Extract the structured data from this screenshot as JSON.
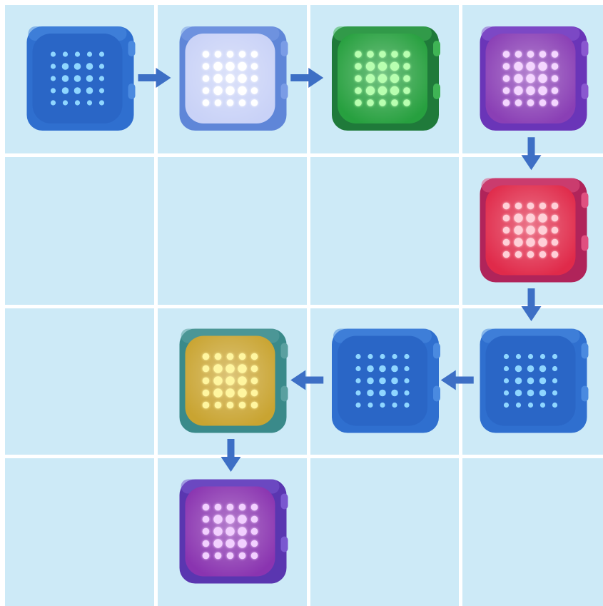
{
  "grid": {
    "rows": 4,
    "cols": 4,
    "cell_color": "#cdeaf7",
    "line_color": "#ffffff"
  },
  "arrow_color": "#3d6fc5",
  "cubes": [
    {
      "id": "cube-1",
      "row": 0,
      "col": 0,
      "state": "unlit",
      "body": "#2f6fcf",
      "face": "#2a66c6",
      "rim": "#4a8ae0",
      "led": "#8fd6ff"
    },
    {
      "id": "cube-2",
      "row": 0,
      "col": 1,
      "state": "lit",
      "body": "#5f86d8",
      "face": "#c9d2f7",
      "rim": "#7a9ce6",
      "led": "#ffffff"
    },
    {
      "id": "cube-3",
      "row": 0,
      "col": 2,
      "state": "lit",
      "body": "#1f7a3a",
      "face": "#27a03f",
      "rim": "#3fb455",
      "led": "#b8ffb0"
    },
    {
      "id": "cube-4",
      "row": 0,
      "col": 3,
      "state": "lit",
      "body": "#6a35b8",
      "face": "#8a3fb5",
      "rim": "#8a58d0",
      "led": "#f4d6ff"
    },
    {
      "id": "cube-5",
      "row": 1,
      "col": 3,
      "state": "lit",
      "body": "#b0245a",
      "face": "#e02a4a",
      "rim": "#e05080",
      "led": "#ffd0d8"
    },
    {
      "id": "cube-6",
      "row": 2,
      "col": 3,
      "state": "unlit",
      "body": "#2f6fcf",
      "face": "#2a66c6",
      "rim": "#4a8ae0",
      "led": "#8fd6ff"
    },
    {
      "id": "cube-7",
      "row": 2,
      "col": 2,
      "state": "unlit",
      "body": "#2f6fcf",
      "face": "#2a66c6",
      "rim": "#4a8ae0",
      "led": "#8fd6ff"
    },
    {
      "id": "cube-8",
      "row": 2,
      "col": 1,
      "state": "lit",
      "body": "#3a8a8a",
      "face": "#c9a431",
      "rim": "#5aa0a0",
      "led": "#fff6a0"
    },
    {
      "id": "cube-9",
      "row": 3,
      "col": 1,
      "state": "lit",
      "body": "#5a36b0",
      "face": "#8a34b0",
      "rim": "#7a58d0",
      "led": "#f2d0ff"
    }
  ],
  "arrows": [
    {
      "id": "arrow-1",
      "from": "cube-1",
      "to": "cube-2",
      "direction": "right"
    },
    {
      "id": "arrow-2",
      "from": "cube-2",
      "to": "cube-3",
      "direction": "right"
    },
    {
      "id": "arrow-3",
      "from": "cube-4",
      "to": "cube-5",
      "direction": "down"
    },
    {
      "id": "arrow-4",
      "from": "cube-5",
      "to": "cube-6",
      "direction": "down"
    },
    {
      "id": "arrow-5",
      "from": "cube-6",
      "to": "cube-7",
      "direction": "left"
    },
    {
      "id": "arrow-6",
      "from": "cube-7",
      "to": "cube-8",
      "direction": "left"
    },
    {
      "id": "arrow-7",
      "from": "cube-8",
      "to": "cube-9",
      "direction": "down"
    }
  ]
}
